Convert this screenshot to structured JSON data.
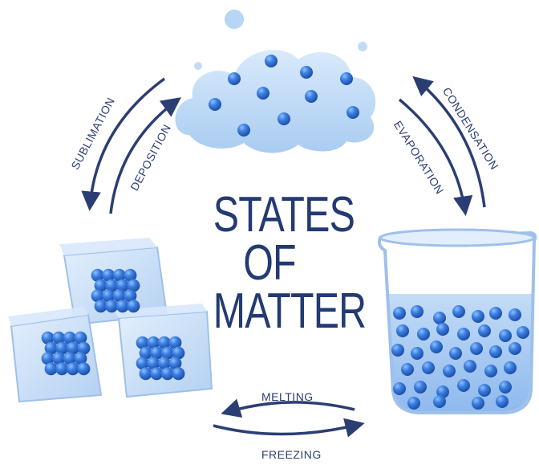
{
  "title": {
    "line1": "STATES",
    "line2": "OF",
    "line3": "MATTER"
  },
  "processes": {
    "sublimation": "SUBLIMATION",
    "deposition": "DEPOSITION",
    "condensation": "CONDENSATION",
    "evaporation": "EVAPORATION",
    "melting": "MELTING",
    "freezing": "FREEZING"
  },
  "colors": {
    "title": "#233a72",
    "arrow": "#2b3e74",
    "particle": "#2f6fd6",
    "cloud": "#bcd7f5",
    "ice": "#c6dcf5",
    "water": "#a9c9f3"
  }
}
